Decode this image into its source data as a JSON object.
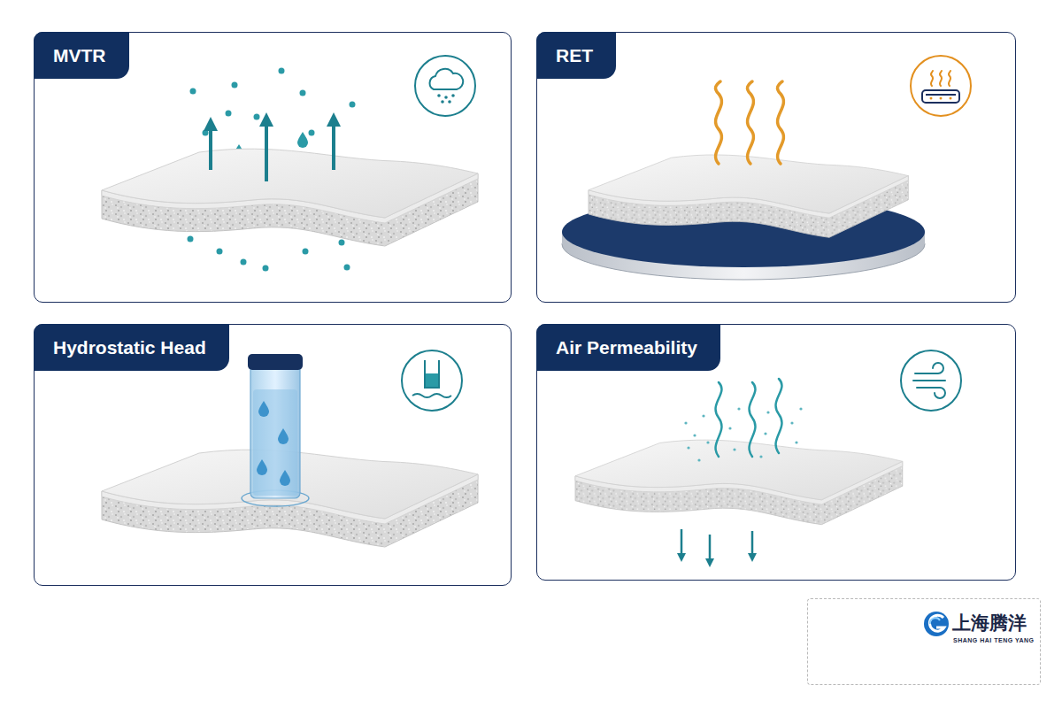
{
  "diagram": {
    "nodes": [
      {
        "text": [
          "MVTR"
        ]
      },
      {
        "text": [
          "RET"
        ]
      },
      {
        "text": [
          "Hydrostatic Head"
        ]
      },
      {
        "text": [
          "Air Permeability"
        ]
      },
      {
        "text": [
          "上海腾洋",
          "SHANG HAI TENG YANG"
        ]
      }
    ]
  }
}
